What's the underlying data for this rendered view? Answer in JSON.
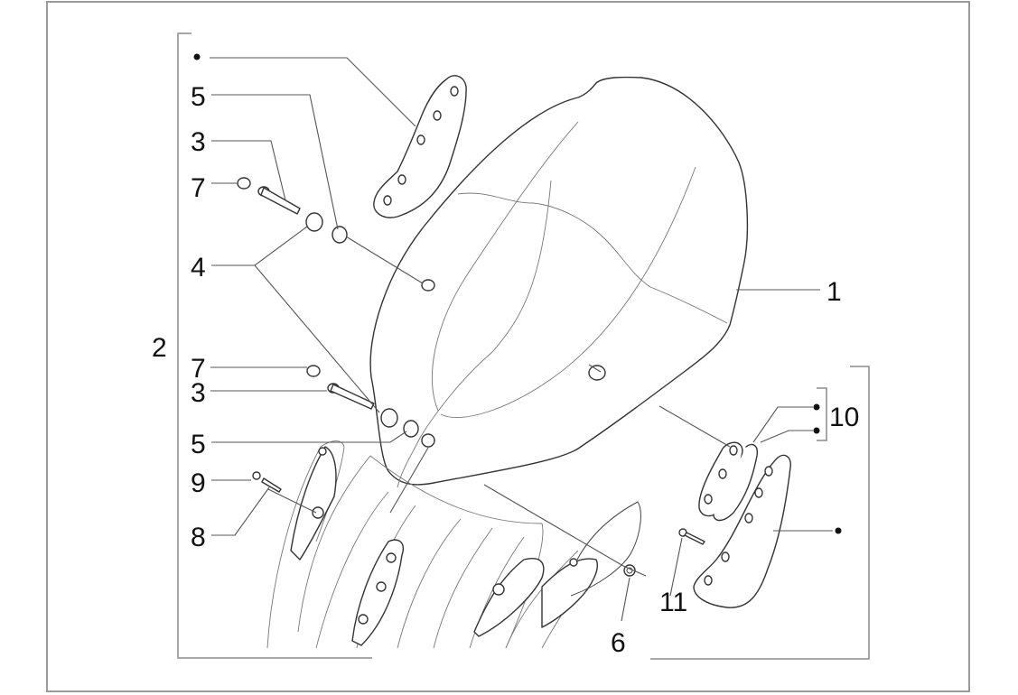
{
  "diagram": {
    "kind": "exploded parts diagram",
    "subject": "windshield assembly",
    "colors": {
      "frame": "#9a9a9a",
      "line": "#333333",
      "text": "#111111",
      "background": "#ffffff"
    },
    "callouts": [
      {
        "id": "c1",
        "label": "1",
        "refers_to": "windshield"
      },
      {
        "id": "c2",
        "label": "2",
        "refers_to": "left mounting kit group"
      },
      {
        "id": "c3a",
        "label": "3",
        "refers_to": "upper screw"
      },
      {
        "id": "c3b",
        "label": "3",
        "refers_to": "lower screw"
      },
      {
        "id": "c4",
        "label": "4",
        "refers_to": "spacer bushings"
      },
      {
        "id": "c5a",
        "label": "5",
        "refers_to": "upper rubber grommet"
      },
      {
        "id": "c5b",
        "label": "5",
        "refers_to": "lower rubber grommet"
      },
      {
        "id": "c6",
        "label": "6",
        "refers_to": "nut"
      },
      {
        "id": "c7a",
        "label": "7",
        "refers_to": "upper cap"
      },
      {
        "id": "c7b",
        "label": "7",
        "refers_to": "lower cap"
      },
      {
        "id": "c8",
        "label": "8",
        "refers_to": "screw"
      },
      {
        "id": "c9",
        "label": "9",
        "refers_to": "washer"
      },
      {
        "id": "c10",
        "label": "10",
        "refers_to": "bracket plates (pair)"
      },
      {
        "id": "c11",
        "label": "11",
        "refers_to": "bracket screw"
      }
    ],
    "bullets": [
      {
        "id": "b-left-bracket",
        "label": "•",
        "refers_to": "left windshield bracket"
      },
      {
        "id": "b-right-bracket",
        "label": "•",
        "refers_to": "right windshield bracket"
      },
      {
        "id": "b-plate-1",
        "label": "•",
        "refers_to": "bracket plate 1"
      },
      {
        "id": "b-plate-2",
        "label": "•",
        "refers_to": "bracket plate 2"
      }
    ]
  }
}
